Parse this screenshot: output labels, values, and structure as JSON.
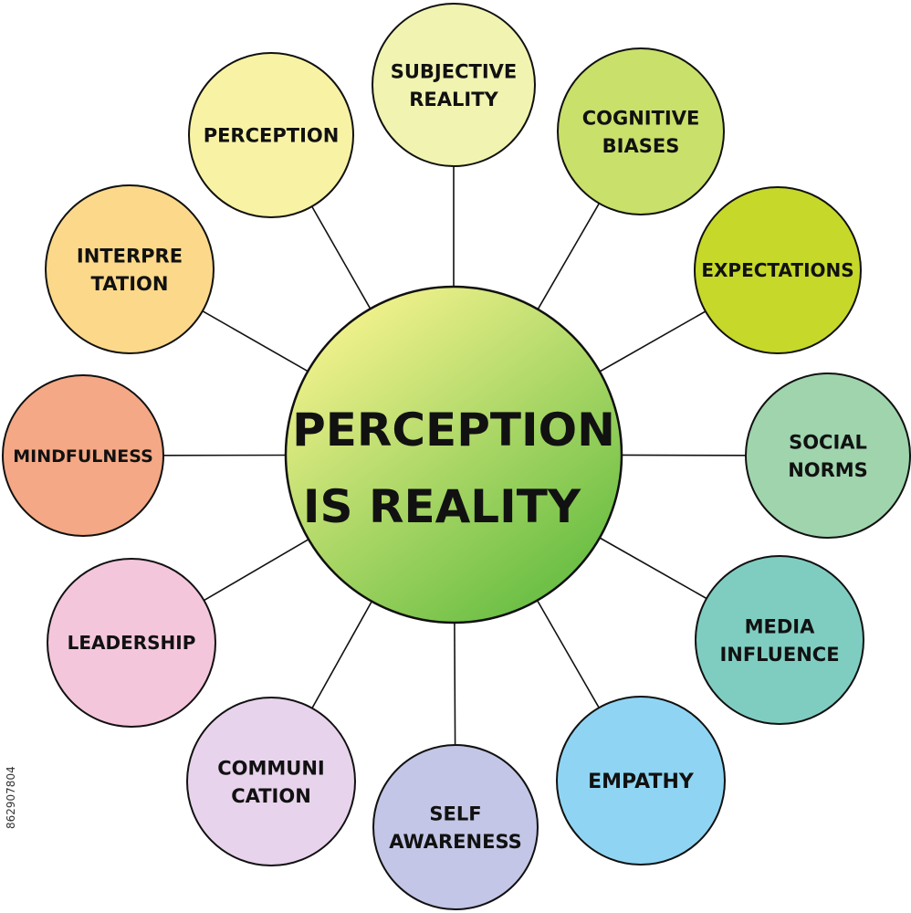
{
  "center": {
    "title_line1": "PERCEPTION",
    "title_line2": "IS REALITY",
    "gradient_start": "#eef08a",
    "gradient_end": "#6cbf45"
  },
  "nodes": [
    {
      "id": "subjective-reality",
      "lines": [
        "SUBJECTIVE",
        "REALITY"
      ],
      "color": "#f1f4b0"
    },
    {
      "id": "cognitive-biases",
      "lines": [
        "COGNITIVE",
        "BIASES"
      ],
      "color": "#c9e06a"
    },
    {
      "id": "expectations",
      "lines": [
        "EXPECTATIONS"
      ],
      "color": "#c6d829"
    },
    {
      "id": "social-norms",
      "lines": [
        "SOCIAL",
        "NORMS"
      ],
      "color": "#9fd4ad"
    },
    {
      "id": "media-influence",
      "lines": [
        "MEDIA",
        "INFLUENCE"
      ],
      "color": "#7fcdc1"
    },
    {
      "id": "empathy",
      "lines": [
        "EMPATHY"
      ],
      "color": "#8fd5f3"
    },
    {
      "id": "self-awareness",
      "lines": [
        "SELF",
        "AWARENESS"
      ],
      "color": "#c3c6e6"
    },
    {
      "id": "communication",
      "lines": [
        "COMMUNI",
        "CATION"
      ],
      "color": "#e8d3ec"
    },
    {
      "id": "leadership",
      "lines": [
        "LEADERSHIP"
      ],
      "color": "#f4c6dc"
    },
    {
      "id": "mindfulness",
      "lines": [
        "MINDFULNESS"
      ],
      "color": "#f4a885"
    },
    {
      "id": "interpretation",
      "lines": [
        "INTERPRE",
        "TATION"
      ],
      "color": "#fcd98a"
    },
    {
      "id": "perception",
      "lines": [
        "PERCEPTION"
      ],
      "color": "#f8f3a4"
    }
  ],
  "watermark": {
    "stock_id": "862907804"
  }
}
